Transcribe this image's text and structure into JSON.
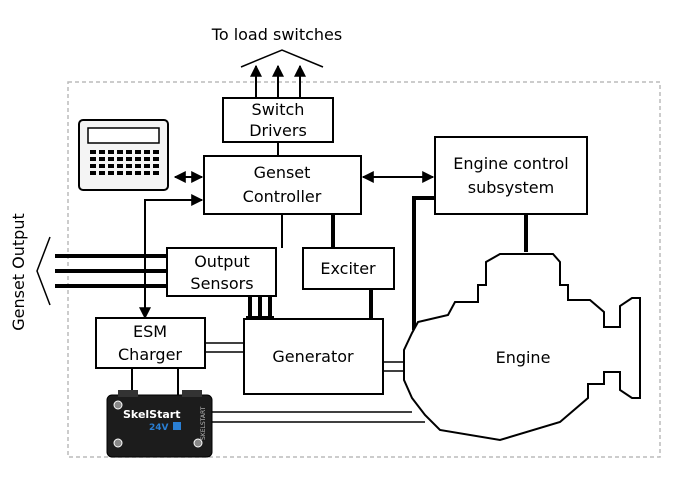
{
  "labels": {
    "top_arrow": "To load switches",
    "genset_output": "Genset Output",
    "switch_drivers": [
      "Switch",
      "Drivers"
    ],
    "genset_controller": [
      "Genset",
      "Controller"
    ],
    "engine_control": [
      "Engine control",
      "subsystem"
    ],
    "output_sensors": [
      "Output",
      "Sensors"
    ],
    "exciter": "Exciter",
    "esm_charger": [
      "ESM",
      "Charger"
    ],
    "generator": "Generator",
    "engine": "Engine",
    "module_brand": "SkelStart",
    "module_voltage": "24V",
    "module_side": "SKELSTART"
  },
  "colors": {
    "line": "#000000",
    "frame": "#bbbbbb",
    "module_body": "#1c1c1c",
    "module_accent": "#2a7fd4"
  }
}
